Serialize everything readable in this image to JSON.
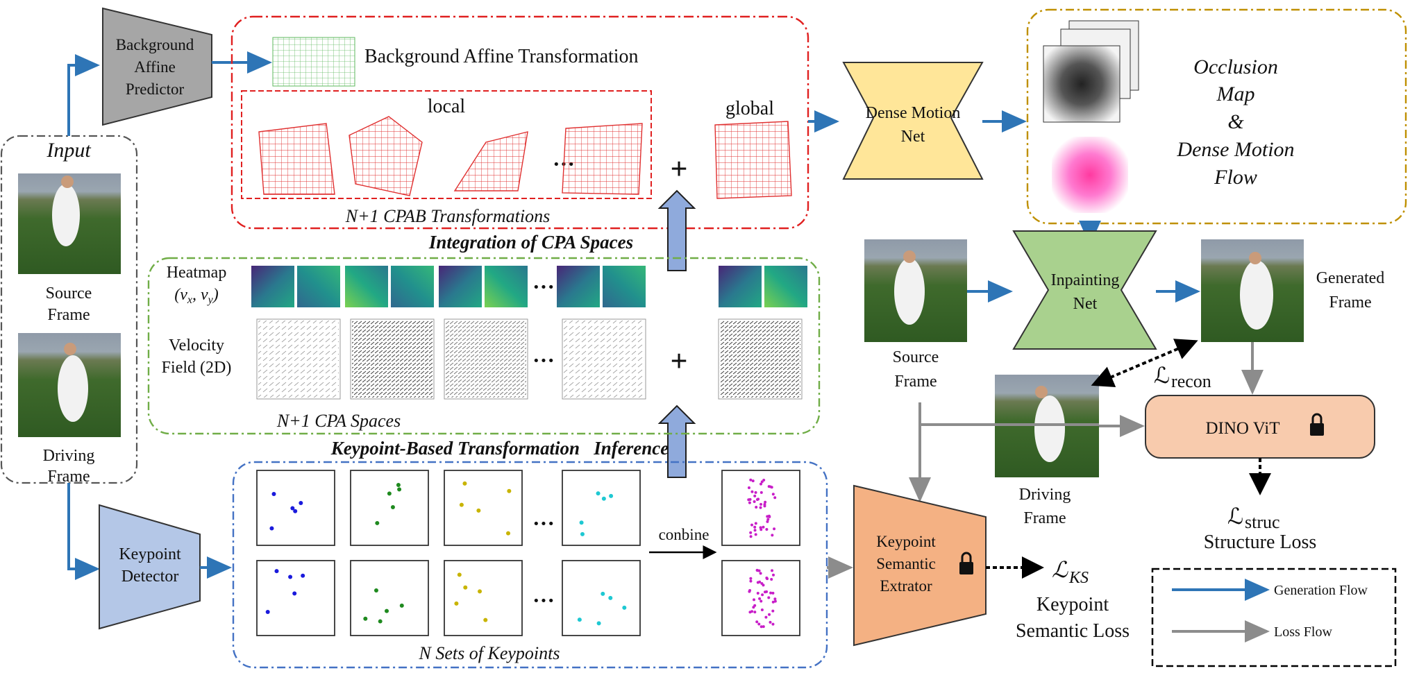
{
  "input": {
    "title": "Input",
    "source_label": [
      "Source",
      "Frame"
    ],
    "driving_label": [
      "Driving",
      "Frame"
    ]
  },
  "background_predictor": {
    "label": [
      "Background",
      "Affine",
      "Predictor"
    ]
  },
  "keypoint_detector": {
    "label": [
      "Keypoint",
      "Detector"
    ]
  },
  "cpab_panel": {
    "bg_affine_label": "Background Affine Transformation",
    "local_label": "local",
    "global_label": "global",
    "caption": "N+1 CPAB Transformations",
    "ellipsis": "···",
    "plus": "+"
  },
  "integration_label": "Integration of CPA Spaces",
  "cpa_panel": {
    "heatmap_label": "Heatmap",
    "heatmap_sub": "(v",
    "velocity_label": [
      "Velocity",
      "Field (2D)"
    ],
    "caption": "N+1 CPA Spaces",
    "ellipsis": "···",
    "plus": "+"
  },
  "keypoint_inference_label": "Keypoint-Based Transformation   Inference",
  "keypoint_panel": {
    "caption": "N Sets of Keypoints",
    "combine_label": "conbine",
    "ellipsis": "···",
    "colors": [
      "#1a1adc",
      "#1f8a1f",
      "#c8b400",
      "#1ec8d2",
      "#c81ec8"
    ]
  },
  "dense_motion": {
    "label": [
      "Dense Motion",
      "Net"
    ],
    "color": "#ffe699"
  },
  "occlusion_panel": {
    "label": [
      "Occlusion",
      "Map",
      "&",
      "Dense Motion",
      "Flow"
    ]
  },
  "inpainting": {
    "label": [
      "Inpainting",
      "Net"
    ],
    "color": "#a9d18e"
  },
  "right_source_label": [
    "Source",
    "Frame"
  ],
  "right_driving_label": [
    "Driving",
    "Frame"
  ],
  "generated_label": [
    "Generated",
    "Frame"
  ],
  "dino": {
    "label": "DINO ViT",
    "color": "#f8cbad"
  },
  "semantic_extractor": {
    "label": [
      "Keypoint",
      "Semantic",
      "Extrator"
    ],
    "color": "#f4b183"
  },
  "losses": {
    "recon_main": "ℒ",
    "recon_sub": "recon",
    "struc_main": "ℒ",
    "struc_sub": "struc",
    "struc_label": "Structure Loss",
    "ks_main": "ℒ",
    "ks_sub": "KS",
    "ks_label": [
      "Keypoint",
      "Semantic Loss"
    ]
  },
  "legend": {
    "generation": "Generation Flow",
    "loss": "Loss Flow",
    "generation_color": "#2e75b6",
    "loss_color": "#8c8c8c"
  }
}
